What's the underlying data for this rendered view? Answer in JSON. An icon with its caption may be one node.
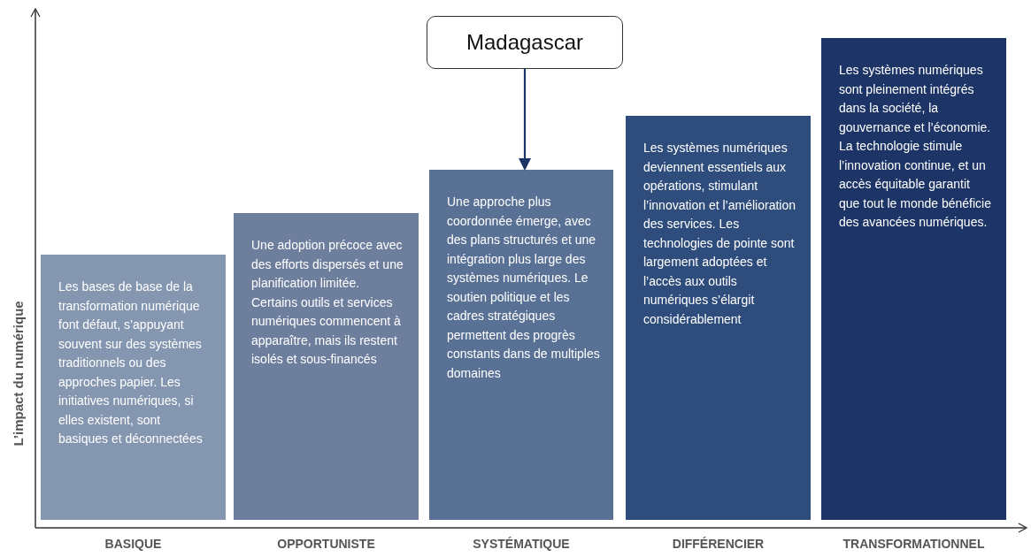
{
  "diagram": {
    "nodes": [
      {
        "text": [
          "Madagascar"
        ]
      },
      {
        "text": [
          "Les bases de base de la transformation numérique font défaut, s’appuyant souvent sur des systèmes traditionnels ou des approches papier. Les initiatives numériques, si elles existent, sont basiques et déconnectées"
        ]
      },
      {
        "text": [
          "Une adoption précoce avec des efforts dispersés et une planification limitée. Certains outils et services numériques commencent à apparaître, mais ils restent isolés et sous-financés"
        ]
      },
      {
        "text": [
          "Une approche plus coordonnée émerge, avec des plans structurés et une intégration plus large des systèmes numériques. Le soutien politique et les cadres stratégiques permettent des progrès constants dans de multiples domaines"
        ]
      },
      {
        "text": [
          "Les systèmes numériques deviennent essentiels aux opérations, stimulant l’innovation et l’amélioration des services. Les technologies de pointe sont largement adoptées et l’accès aux outils numériques s’élargit considérablement"
        ]
      },
      {
        "text": [
          "Les systèmes numériques sont pleinement intégrés dans la société, la gouvernance et l’économie. La technologie stimule l’innovation continue, et un accès équitable garantit que tout le monde bénéficie des avancées numériques."
        ]
      }
    ],
    "edges": [
      {
        "from": 0,
        "to": 3,
        "arrow": "to"
      }
    ],
    "labels": [
      "L’impact du numérique",
      "BASIQUE",
      "OPPORTUNISTE",
      "SYSTÉMATIQUE",
      "DIFFÉRENCIER",
      "TRANSFORMATIONNEL"
    ]
  }
}
